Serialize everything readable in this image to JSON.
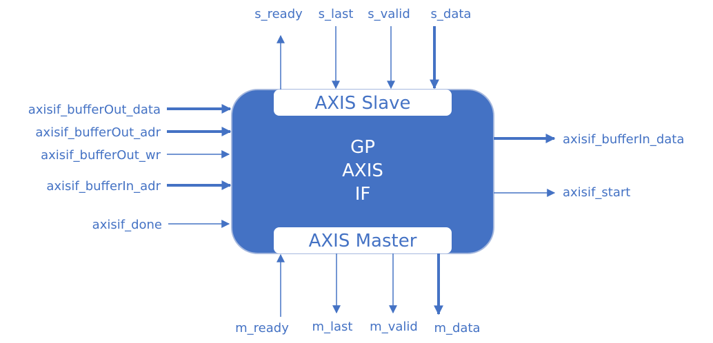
{
  "colors": {
    "accent": "#4472c4",
    "block_fill": "#4472c4",
    "block_stroke": "#a5b8de",
    "subblock_fill": "#ffffff"
  },
  "block": {
    "line1": "GP",
    "line2": "AXIS",
    "line3": "IF"
  },
  "slave": {
    "label": "AXIS Slave"
  },
  "master": {
    "label": "AXIS Master"
  },
  "signals": {
    "s_ready": "s_ready",
    "s_last": "s_last",
    "s_valid": "s_valid",
    "s_data": "s_data",
    "m_ready": "m_ready",
    "m_last": "m_last",
    "m_valid": "m_valid",
    "m_data": "m_data",
    "bufferout_data": "axisif_bufferOut_data",
    "bufferout_adr": "axisif_bufferOut_adr",
    "bufferout_wr": "axisif_bufferOut_wr",
    "bufferin_adr": "axisif_bufferIn_adr",
    "done": "axisif_done",
    "bufferin_data": "axisif_bufferIn_data",
    "start": "axisif_start"
  }
}
